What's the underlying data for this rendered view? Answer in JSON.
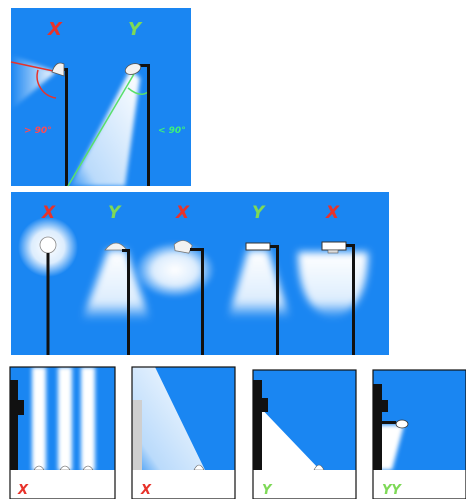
{
  "colors": {
    "sky": "#1a86f2",
    "bad": "#e8322a",
    "good": "#7ed957",
    "pole": "#111111",
    "light": "#ffffff"
  },
  "panel_top": {
    "bad_mark": "X",
    "good_mark": "Y",
    "bad_angle": "> 90°",
    "good_angle": "< 90°"
  },
  "panel_middle": {
    "marks": [
      "X",
      "Y",
      "X",
      "Y",
      "X"
    ]
  },
  "panel_bottom": {
    "marks": [
      "X",
      "X",
      "Y",
      "YY"
    ]
  }
}
